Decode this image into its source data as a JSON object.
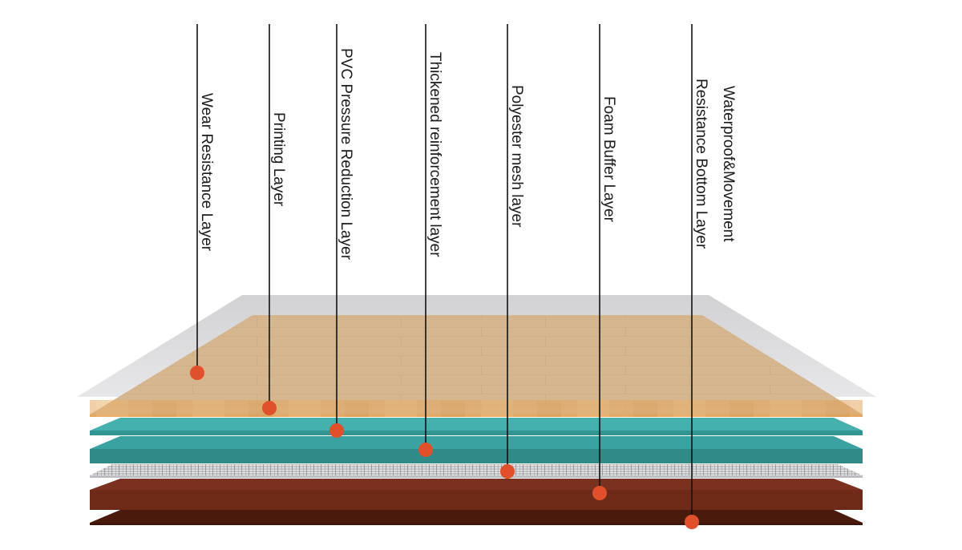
{
  "layers": [
    {
      "id": "wear",
      "lines": [
        "Wear Resistance Layer"
      ]
    },
    {
      "id": "printing",
      "lines": [
        "Printing Layer"
      ]
    },
    {
      "id": "pvc",
      "lines": [
        "PVC Pressure Reduction Layer"
      ]
    },
    {
      "id": "thickened",
      "lines": [
        "Thickened reinforcement layer"
      ]
    },
    {
      "id": "polyester",
      "lines": [
        "Polyester mesh layer"
      ]
    },
    {
      "id": "foam",
      "lines": [
        "Foam Buffer Layer"
      ]
    },
    {
      "id": "bottom",
      "lines": [
        "Waterproof&Movement",
        "Resistance Bottom Layer"
      ]
    }
  ],
  "colors": {
    "marker": "#e0502a",
    "leader_line": "#111111",
    "wear_layer": "#dadadc",
    "wood_top": "#d4b48c",
    "wood_edge": "#e3a760",
    "teal_light": "#3fa8a8",
    "teal_dark": "#2f8a88",
    "mesh": "#cfcfd2",
    "foam": "#6e2918",
    "bottom": "#3e1508"
  }
}
